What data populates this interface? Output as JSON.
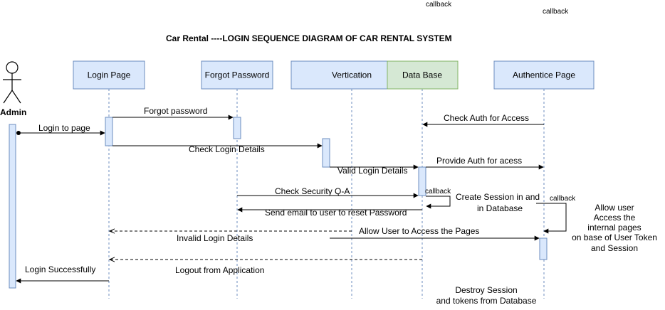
{
  "title": "Car Rental  ----LOGIN SEQUENCE DIAGRAM OF CAR RENTAL SYSTEM",
  "actor": {
    "label": "Admin"
  },
  "participants": {
    "login_page": "Login Page",
    "forgot_password": "Forgot Password",
    "verification": "Vertication",
    "database": "Data Base",
    "authentic_page": "Authentice Page"
  },
  "messages": {
    "login_to_page": "Login to page",
    "forgot_password": "Forgot password",
    "check_login_details": "Check Login Details",
    "valid_login_details": "Valid Login Details",
    "check_auth_for_access": "Check Auth for Access",
    "provide_auth_for_access": "Provide Auth for acess",
    "check_security_qa": "Check Security Q-A",
    "send_email_reset": "Send email to user to reset Password",
    "allow_user_access_pages": "Allow User to Access the Pages",
    "invalid_login_details": "Invalid Login Details",
    "login_successfully": "Login Successfully",
    "logout_from_application": "Logout from Application"
  },
  "notes": {
    "callback_top_1": "callback",
    "callback_top_2": "callback",
    "callback_db_self": "callback",
    "callback_auth_self": "callback",
    "create_session_line1": "Create Session in and",
    "create_session_line2": "in Database",
    "allow_user_lines": [
      "Allow user",
      "Access the",
      "internal pages",
      "on base of User Token",
      "and Session"
    ],
    "destroy_session_lines": [
      "Destroy Session",
      "and tokens from Database"
    ]
  },
  "colors": {
    "participant_fill": "#dae8fc",
    "participant_stroke": "#6c8ebf",
    "database_fill": "#d5e8d4",
    "database_stroke": "#82b366",
    "lifeline": "#6c8ebf",
    "arrow": "#000000"
  }
}
